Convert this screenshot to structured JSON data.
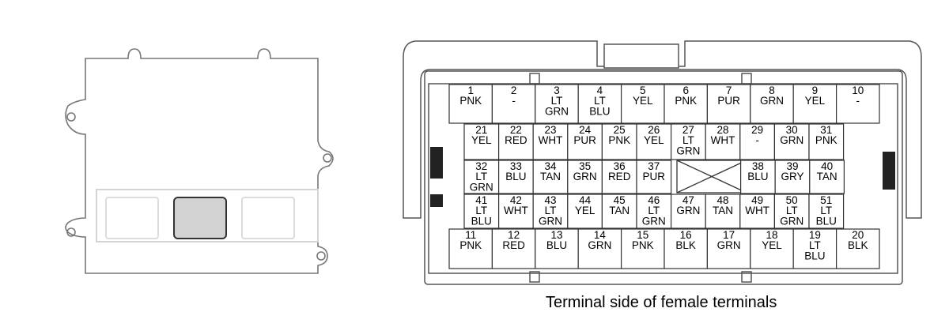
{
  "caption": "Terminal side of female terminals",
  "terminals": [
    {
      "num": "1",
      "lines": [
        "PNK"
      ]
    },
    {
      "num": "2",
      "lines": [
        "-"
      ]
    },
    {
      "num": "3",
      "lines": [
        "LT",
        "GRN"
      ]
    },
    {
      "num": "4",
      "lines": [
        "LT",
        "BLU"
      ]
    },
    {
      "num": "5",
      "lines": [
        "YEL"
      ]
    },
    {
      "num": "6",
      "lines": [
        "PNK"
      ]
    },
    {
      "num": "7",
      "lines": [
        "PUR"
      ]
    },
    {
      "num": "8",
      "lines": [
        "GRN"
      ]
    },
    {
      "num": "9",
      "lines": [
        "YEL"
      ]
    },
    {
      "num": "10",
      "lines": [
        "-"
      ]
    },
    {
      "num": "21",
      "lines": [
        "YEL"
      ]
    },
    {
      "num": "22",
      "lines": [
        "RED"
      ]
    },
    {
      "num": "23",
      "lines": [
        "WHT"
      ]
    },
    {
      "num": "24",
      "lines": [
        "PUR"
      ]
    },
    {
      "num": "25",
      "lines": [
        "PNK"
      ]
    },
    {
      "num": "26",
      "lines": [
        "YEL"
      ]
    },
    {
      "num": "27",
      "lines": [
        "LT",
        "GRN"
      ]
    },
    {
      "num": "28",
      "lines": [
        "WHT"
      ]
    },
    {
      "num": "29",
      "lines": [
        "-"
      ]
    },
    {
      "num": "30",
      "lines": [
        "GRN"
      ]
    },
    {
      "num": "31",
      "lines": [
        "PNK"
      ]
    },
    {
      "num": "32",
      "lines": [
        "LT",
        "GRN"
      ]
    },
    {
      "num": "33",
      "lines": [
        "BLU"
      ]
    },
    {
      "num": "34",
      "lines": [
        "TAN"
      ]
    },
    {
      "num": "35",
      "lines": [
        "GRN"
      ]
    },
    {
      "num": "36",
      "lines": [
        "RED"
      ]
    },
    {
      "num": "37",
      "lines": [
        "PUR"
      ]
    },
    {
      "num": "38",
      "lines": [
        "BLU"
      ]
    },
    {
      "num": "39",
      "lines": [
        "GRY"
      ]
    },
    {
      "num": "40",
      "lines": [
        "TAN"
      ]
    },
    {
      "num": "41",
      "lines": [
        "LT",
        "BLU"
      ]
    },
    {
      "num": "42",
      "lines": [
        "WHT"
      ]
    },
    {
      "num": "43",
      "lines": [
        "LT",
        "GRN"
      ]
    },
    {
      "num": "44",
      "lines": [
        "YEL"
      ]
    },
    {
      "num": "45",
      "lines": [
        "TAN"
      ]
    },
    {
      "num": "46",
      "lines": [
        "LT",
        "GRN"
      ]
    },
    {
      "num": "47",
      "lines": [
        "GRN"
      ]
    },
    {
      "num": "48",
      "lines": [
        "TAN"
      ]
    },
    {
      "num": "49",
      "lines": [
        "WHT"
      ]
    },
    {
      "num": "50",
      "lines": [
        "LT",
        "GRN"
      ]
    },
    {
      "num": "51",
      "lines": [
        "LT",
        "BLU"
      ]
    },
    {
      "num": "11",
      "lines": [
        "PNK"
      ]
    },
    {
      "num": "12",
      "lines": [
        "RED"
      ]
    },
    {
      "num": "13",
      "lines": [
        "BLU"
      ]
    },
    {
      "num": "14",
      "lines": [
        "GRN"
      ]
    },
    {
      "num": "15",
      "lines": [
        "PNK"
      ]
    },
    {
      "num": "16",
      "lines": [
        "BLK"
      ]
    },
    {
      "num": "17",
      "lines": [
        "GRN"
      ]
    },
    {
      "num": "18",
      "lines": [
        "YEL"
      ]
    },
    {
      "num": "19",
      "lines": [
        "LT",
        "BLU"
      ]
    },
    {
      "num": "20",
      "lines": [
        "BLK"
      ]
    }
  ]
}
